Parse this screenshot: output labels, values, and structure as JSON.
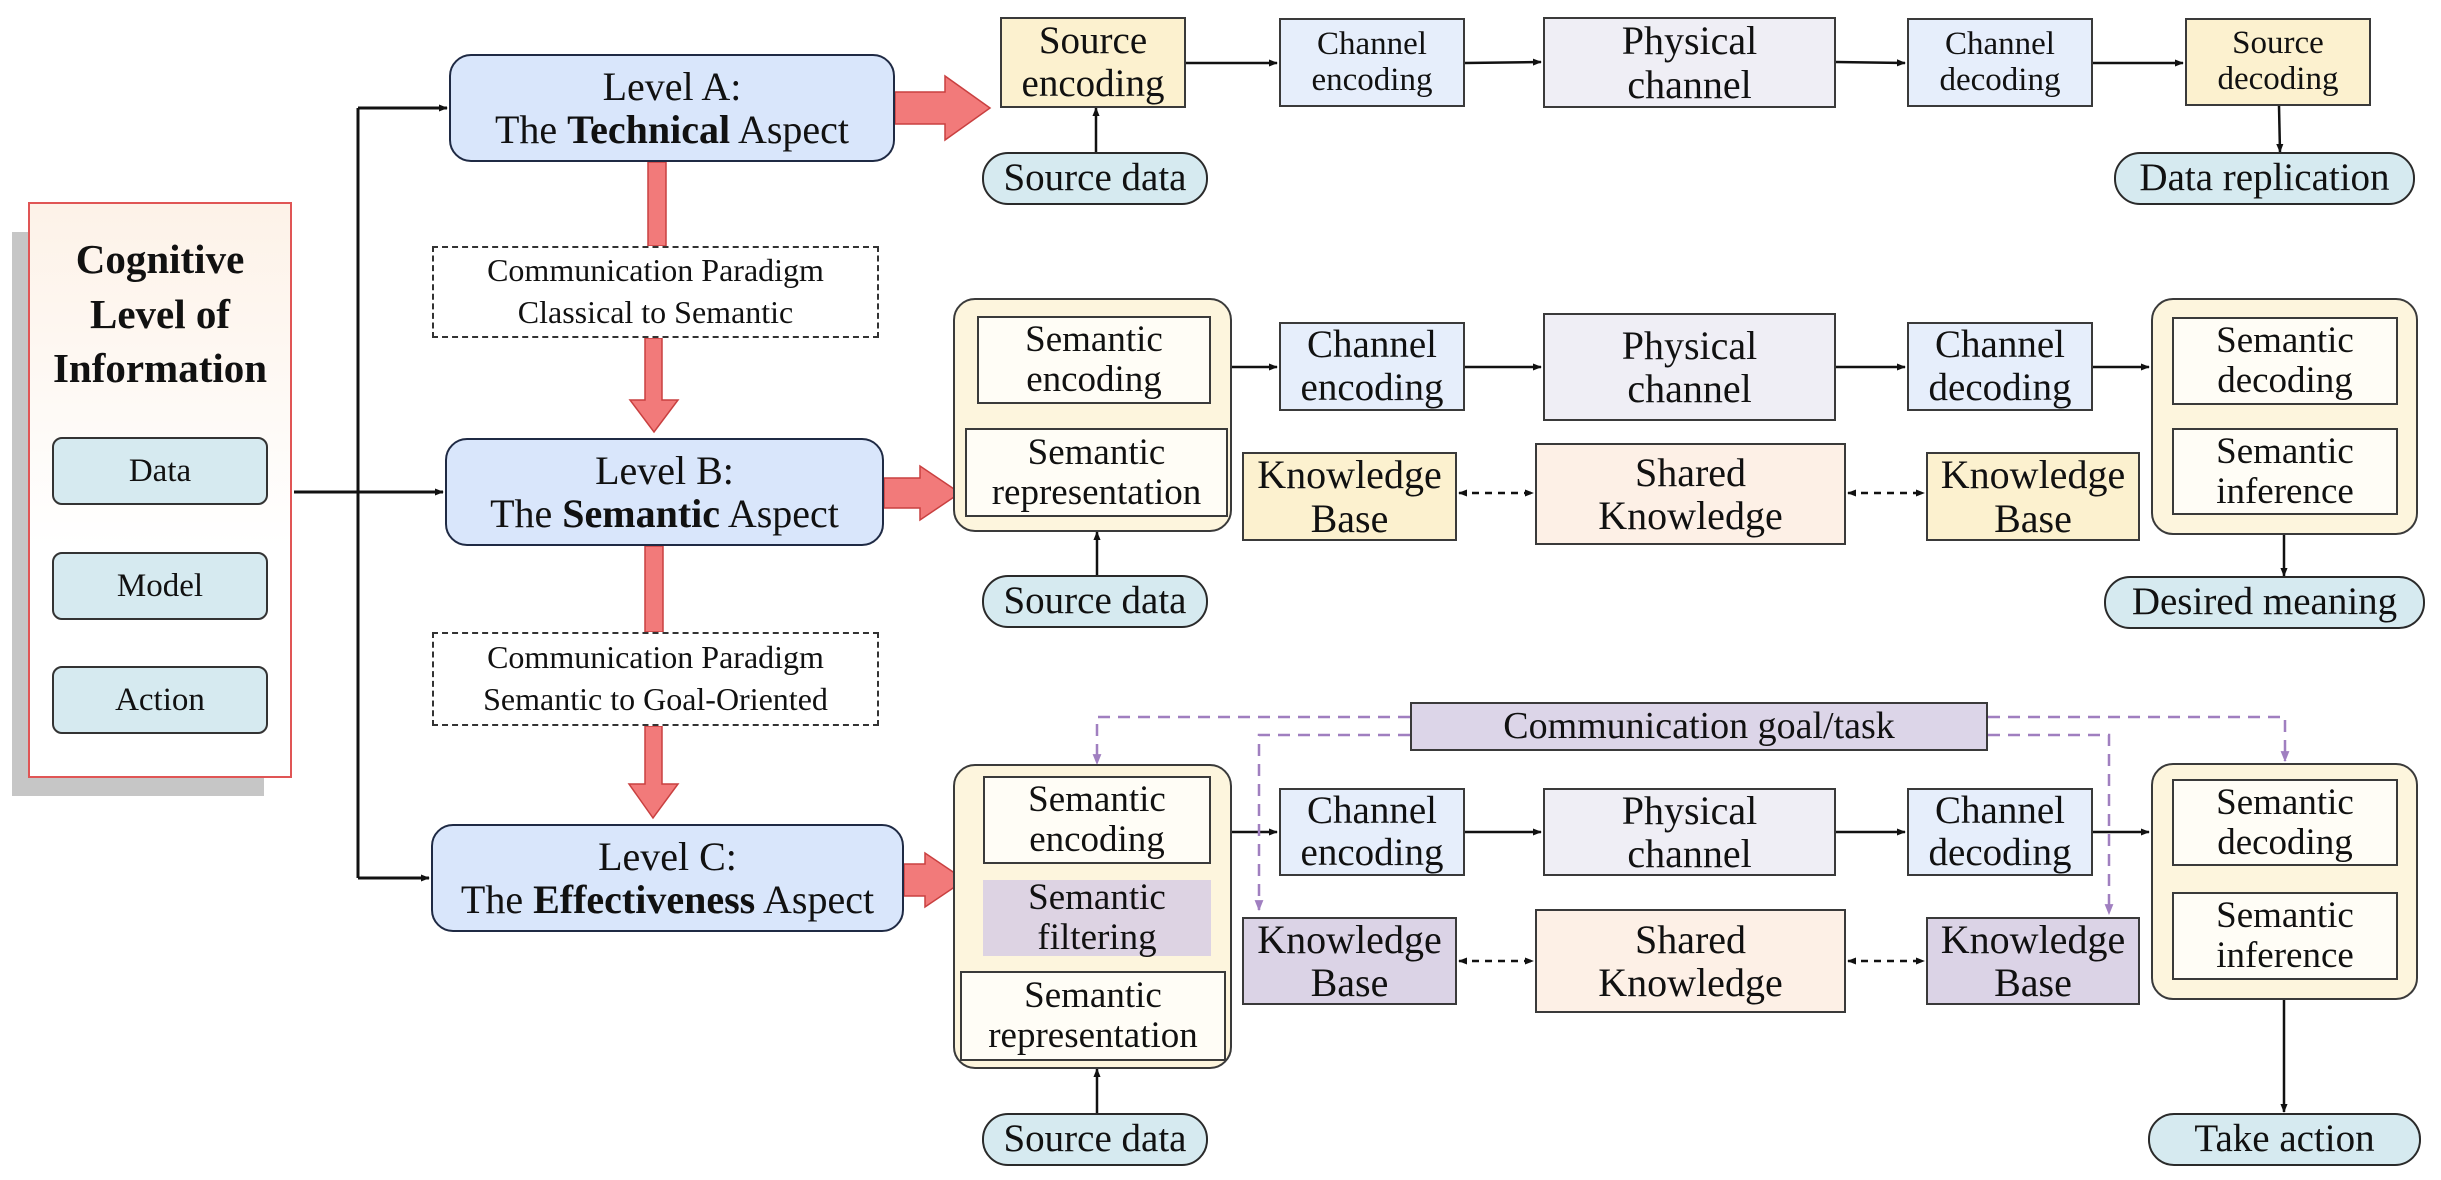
{
  "cognitive_panel": {
    "title_lines": [
      "Cognitive",
      "Level of",
      "Information"
    ],
    "items": [
      "Data",
      "Model",
      "Action"
    ]
  },
  "levels": {
    "a": {
      "line1": "Level A:",
      "prefix": "The ",
      "emphasis": "Technical",
      "suffix": " Aspect"
    },
    "b": {
      "line1": "Level B:",
      "prefix": "The ",
      "emphasis": "Semantic",
      "suffix": " Aspect"
    },
    "c": {
      "line1": "Level C:",
      "prefix": "The ",
      "emphasis": "Effectiveness",
      "suffix": " Aspect"
    }
  },
  "paradigms": {
    "p1": [
      "Communication Paradigm",
      "Classical to Semantic"
    ],
    "p2": [
      "Communication Paradigm",
      "Semantic to Goal-Oriented"
    ]
  },
  "row_a": {
    "source_encoding": [
      "Source",
      "encoding"
    ],
    "channel_encoding": [
      "Channel",
      "encoding"
    ],
    "physical_channel": [
      "Physical",
      "channel"
    ],
    "channel_decoding": [
      "Channel",
      "decoding"
    ],
    "source_decoding": [
      "Source",
      "decoding"
    ],
    "source_data": "Source data",
    "data_replication": "Data replication"
  },
  "row_b": {
    "semantic_encoding": [
      "Semantic",
      "encoding"
    ],
    "semantic_representation": [
      "Semantic",
      "representation"
    ],
    "channel_encoding": [
      "Channel",
      "encoding"
    ],
    "physical_channel": [
      "Physical",
      "channel"
    ],
    "channel_decoding": [
      "Channel",
      "decoding"
    ],
    "semantic_decoding": [
      "Semantic",
      "decoding"
    ],
    "semantic_inference": [
      "Semantic",
      "inference"
    ],
    "knowledge_base_left": [
      "Knowledge",
      "Base"
    ],
    "shared_knowledge": [
      "Shared",
      "Knowledge"
    ],
    "knowledge_base_right": [
      "Knowledge",
      "Base"
    ],
    "source_data": "Source data",
    "desired_meaning": "Desired meaning"
  },
  "row_c": {
    "goal_task": "Communication goal/task",
    "semantic_encoding": [
      "Semantic",
      "encoding"
    ],
    "semantic_filtering": [
      "Semantic",
      "filtering"
    ],
    "semantic_representation": [
      "Semantic",
      "representation"
    ],
    "channel_encoding": [
      "Channel",
      "encoding"
    ],
    "physical_channel": [
      "Physical",
      "channel"
    ],
    "channel_decoding": [
      "Channel",
      "decoding"
    ],
    "semantic_decoding": [
      "Semantic",
      "decoding"
    ],
    "semantic_inference": [
      "Semantic",
      "inference"
    ],
    "knowledge_base_left": [
      "Knowledge",
      "Base"
    ],
    "shared_knowledge": [
      "Shared",
      "Knowledge"
    ],
    "knowledge_base_right": [
      "Knowledge",
      "Base"
    ],
    "source_data": "Source data",
    "take_action": "Take action"
  },
  "colors": {
    "level_fill": "#d9e6fb",
    "source_box_fill": "#fcf1cf",
    "channel_box_fill": "#e6eefb",
    "physical_fill": "#efeef5",
    "container_fill": "#fdf5dd",
    "semantic_inner_fill": "#fffdf6",
    "filtering_fill": "#ddd3e3",
    "knowledge_fill": "#fcf1cf",
    "knowledge_goal_fill": "#dbd3e6",
    "shared_fill": "#fdf0e6",
    "goal_fill": "#dcd5e8",
    "pill_fill": "#d6eaf0",
    "pink_arrow": "#f27a7a",
    "purple_dash": "#a07fc0"
  }
}
